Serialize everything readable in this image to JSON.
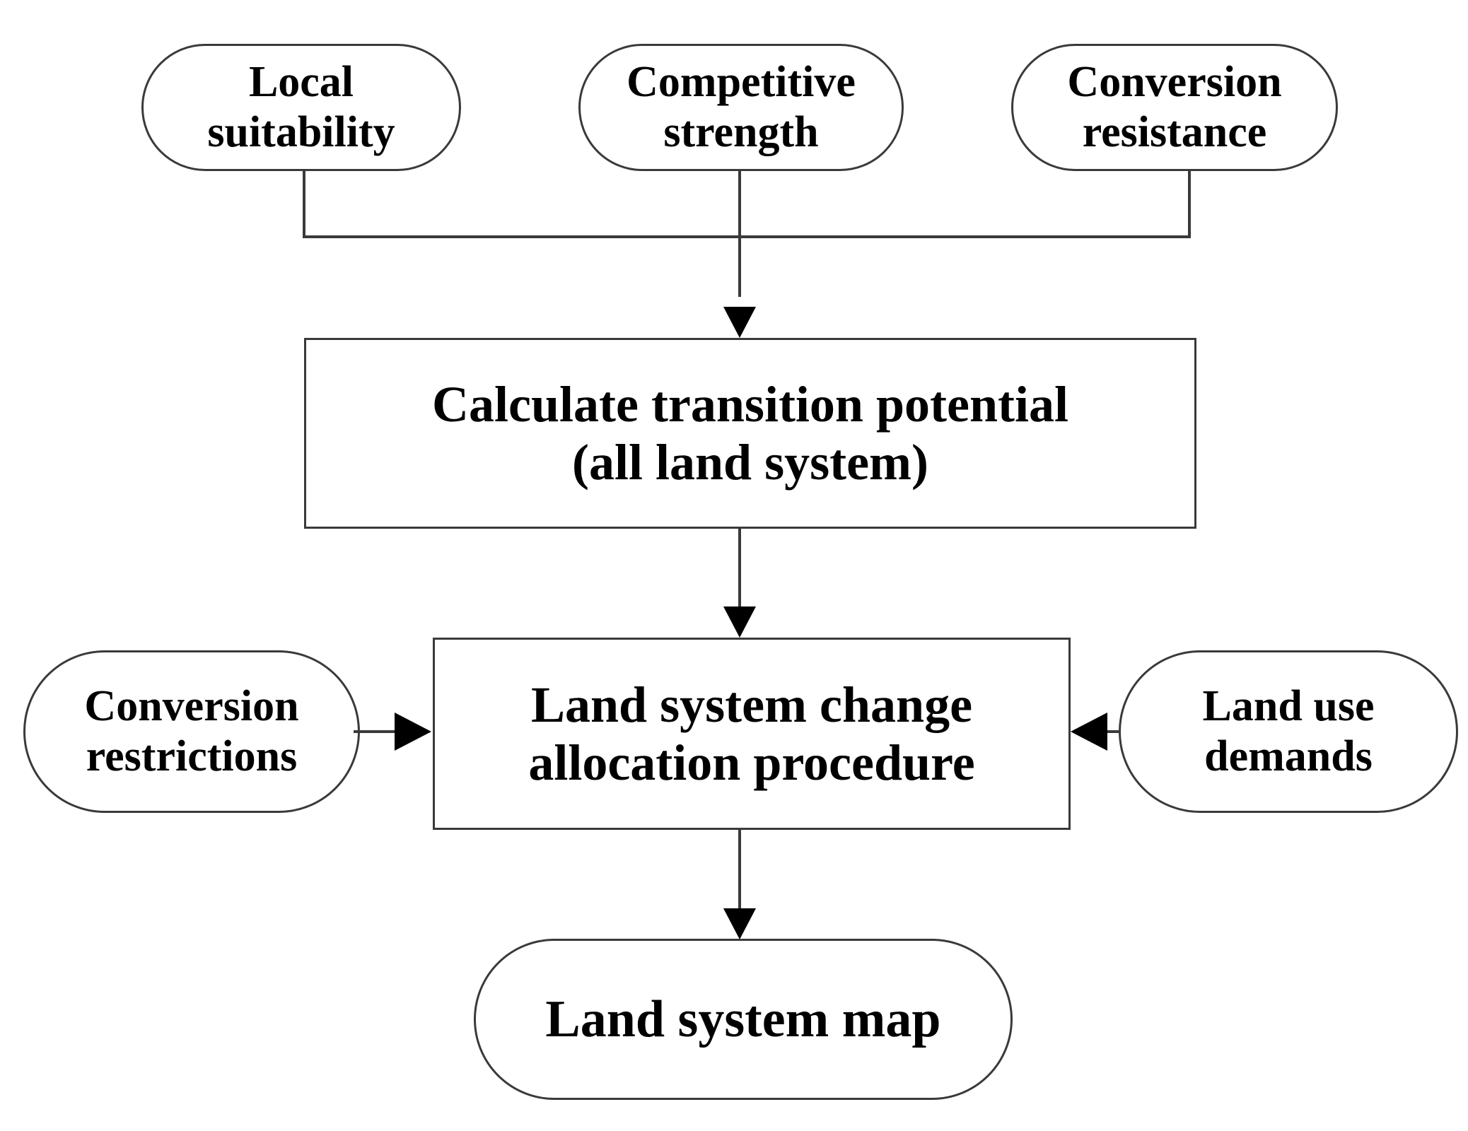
{
  "diagram": {
    "title": "Land system change allocation flowchart",
    "colors": {
      "background": "#ffffff",
      "node_border": "#3a3a3a",
      "connector": "#3a3a3a",
      "arrowhead": "#000000",
      "text": "#000000"
    },
    "nodes": [
      {
        "id": "local-suitability",
        "shape": "pill",
        "label": "Local\nsuitability"
      },
      {
        "id": "competitive-strength",
        "shape": "pill",
        "label": "Competitive\nstrength"
      },
      {
        "id": "conversion-resistance",
        "shape": "pill",
        "label": "Conversion\nresistance"
      },
      {
        "id": "calc-transition",
        "shape": "rect",
        "label": "Calculate transition potential\n(all land system)"
      },
      {
        "id": "allocation-procedure",
        "shape": "rect",
        "label": "Land system change\nallocation procedure"
      },
      {
        "id": "conversion-restrictions",
        "shape": "pill",
        "label": "Conversion\nrestrictions"
      },
      {
        "id": "land-use-demands",
        "shape": "pill",
        "label": "Land use\ndemands"
      },
      {
        "id": "land-system-map",
        "shape": "pill",
        "label": "Land system map"
      }
    ],
    "edges": [
      {
        "from": "local-suitability",
        "to": "calc-transition",
        "style": "elbow-down",
        "arrow": "down"
      },
      {
        "from": "competitive-strength",
        "to": "calc-transition",
        "style": "straight-down",
        "arrow": "down"
      },
      {
        "from": "conversion-resistance",
        "to": "calc-transition",
        "style": "elbow-down",
        "arrow": "down"
      },
      {
        "from": "calc-transition",
        "to": "allocation-procedure",
        "style": "straight-down",
        "arrow": "down"
      },
      {
        "from": "conversion-restrictions",
        "to": "allocation-procedure",
        "style": "straight-right",
        "arrow": "right"
      },
      {
        "from": "land-use-demands",
        "to": "allocation-procedure",
        "style": "straight-left",
        "arrow": "left"
      },
      {
        "from": "allocation-procedure",
        "to": "land-system-map",
        "style": "straight-down",
        "arrow": "down"
      }
    ]
  }
}
